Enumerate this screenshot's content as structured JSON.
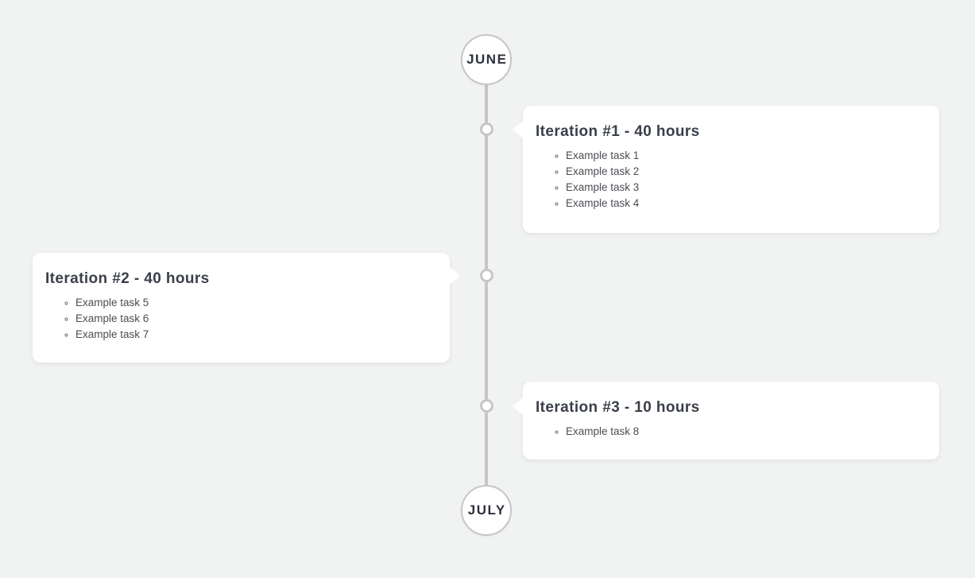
{
  "colors": {
    "background": "#f1f2f2",
    "card_background": "#ffffff",
    "line_and_node_border": "#c6c6c7",
    "title_text": "#3a3f4a",
    "task_text": "#4b4e54",
    "month_text": "#2d323d"
  },
  "timeline": {
    "start_label": "JUNE",
    "end_label": "JULY",
    "milestones": [
      {
        "title": "Iteration #1 - 40 hours",
        "side": "right",
        "tasks": [
          "Example task 1",
          "Example task 2",
          "Example task 3",
          "Example task 4"
        ]
      },
      {
        "title": "Iteration #2 - 40 hours",
        "side": "left",
        "tasks": [
          "Example task 5",
          "Example task 6",
          "Example task 7"
        ]
      },
      {
        "title": "Iteration #3 - 10 hours",
        "side": "right",
        "tasks": [
          "Example task 8"
        ]
      }
    ]
  }
}
